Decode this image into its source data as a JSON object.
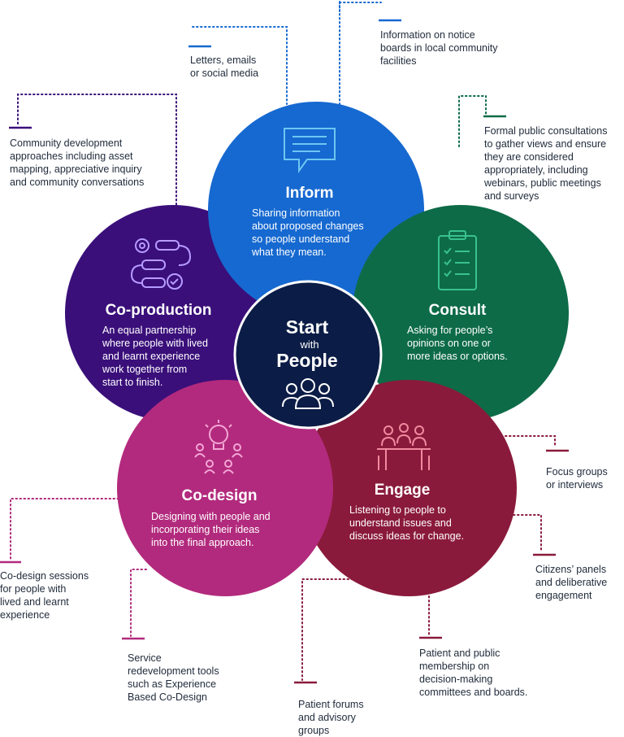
{
  "colors": {
    "inform": "#1669d0",
    "consult": "#0d6b48",
    "engage": "#8a1a3b",
    "codesign": "#b22a7d",
    "coproduction": "#3a0f7a",
    "center": "#0b1c46",
    "note_text": "#1f2a3a"
  },
  "center": {
    "line1": "Start",
    "line2": "with",
    "line3": "People",
    "icon": "people-group-icon"
  },
  "circles": {
    "inform": {
      "title": "Inform",
      "description": [
        "Sharing information",
        "about proposed changes",
        "so people understand",
        "what they mean."
      ],
      "icon": "speech-bubble-icon"
    },
    "consult": {
      "title": "Consult",
      "description": [
        "Asking for people’s",
        "opinions on one or",
        "more ideas or options."
      ],
      "icon": "clipboard-checklist-icon"
    },
    "engage": {
      "title": "Engage",
      "description": [
        "Listening to people to",
        "understand issues and",
        "discuss ideas for change."
      ],
      "icon": "meeting-table-icon"
    },
    "codesign": {
      "title": "Co-design",
      "description": [
        "Designing with people and",
        "incorporating their ideas",
        "into the final approach."
      ],
      "icon": "lightbulb-people-icon"
    },
    "coproduction": {
      "title": "Co-production",
      "description": [
        "An equal partnership",
        "where people with lived",
        "and learnt experience",
        "work together from",
        "start to finish."
      ],
      "icon": "process-gears-icon"
    }
  },
  "notes": {
    "letters": "Letters, emails\nor social media",
    "notice_boards": "Information on notice\nboards in local community\nfacilities",
    "community_dev": "Community development\napproaches including asset\nmapping, appreciative inquiry\nand community conversations",
    "formal_consult": "Formal public consultations\nto gather views and ensure\nthey are considered\nappropriately, including\nwebinars, public meetings\nand surveys",
    "focus_groups": "Focus groups\nor interviews",
    "citizens_panels": "Citizens’ panels\nand deliberative\nengagement",
    "patient_membership": "Patient and public\nmembership on\ndecision-making\ncommittees and boards.",
    "patient_forums": "Patient forums\nand advisory\ngroups",
    "service_tools": "Service\nredevelopment tools\nsuch as Experience\nBased Co-Design",
    "codesign_sessions": "Co-design sessions\nfor people with\nlived and learnt\nexperience"
  }
}
